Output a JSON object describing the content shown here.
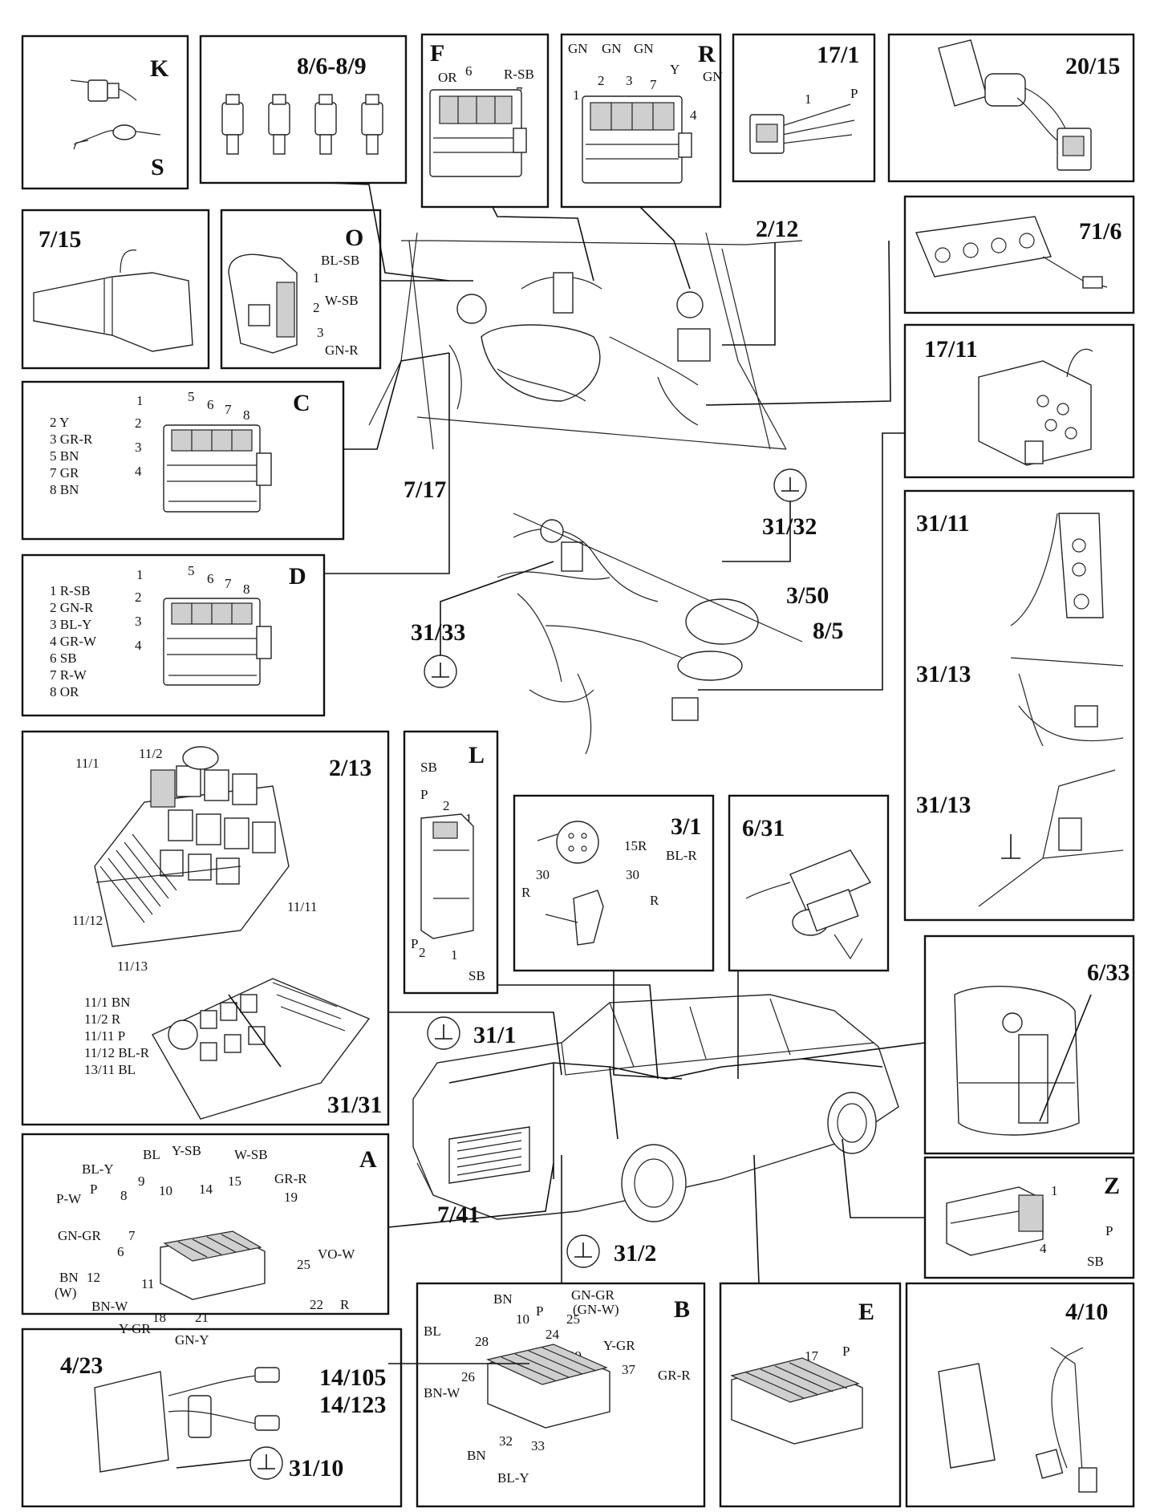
{
  "panels": {
    "k_s": {
      "a": "K",
      "b": "S"
    },
    "injectors": {
      "title": "8/6-8/9"
    },
    "f": {
      "letter": "F",
      "w1": "OR",
      "w2": "6",
      "w3": "R-SB",
      "w4": "7"
    },
    "r": {
      "letter": "R",
      "gn1": "GN",
      "gn2": "GN",
      "gn3": "GN",
      "gn4": "GN",
      "y": "Y",
      "n1": "1",
      "n2": "2",
      "n3": "3",
      "n7": "7",
      "n4": "4"
    },
    "p17_1": {
      "title": "17/1",
      "n": "1",
      "w": "P"
    },
    "p20_15": {
      "title": "20/15"
    },
    "p7_15": {
      "title": "7/15"
    },
    "o": {
      "letter": "O",
      "w1": "BL-SB",
      "n1": "1",
      "w2": "W-SB",
      "n2": "2",
      "w3": "GN-R",
      "n3": "3"
    },
    "p2_12": {
      "title": "2/12"
    },
    "p71_6": {
      "title": "71/6"
    },
    "p17_11": {
      "title": "17/11"
    },
    "c": {
      "letter": "C",
      "pins": [
        "1",
        "5",
        "6",
        "7",
        "8",
        "2",
        "3",
        "4"
      ],
      "wires": [
        "2 Y",
        "3 GR-R",
        "5 BN",
        "7 GR",
        "8 BN"
      ]
    },
    "p7_17": {
      "title": "7/17"
    },
    "d": {
      "letter": "D",
      "pins": [
        "1",
        "5",
        "6",
        "7",
        "8",
        "2",
        "3",
        "4"
      ],
      "wires": [
        "1 R-SB",
        "2 GN-R",
        "3 BL-Y",
        "4 GR-W",
        "6 SB",
        "7 R-W",
        "8 OR"
      ]
    },
    "ground_top": {
      "a": "31/32",
      "b": "3/50",
      "c": "8/5",
      "d": "31/33"
    },
    "p31_11": {
      "t1": "31/11",
      "t2": "31/13",
      "t3": "31/13"
    },
    "fusebox": {
      "l1": "11/1",
      "l2": "11/2",
      "l3": "2/13",
      "l4": "11/12",
      "l5": "11/11",
      "l6": "11/13",
      "l7": "31/31",
      "legend": [
        "11/1 BN",
        "11/2 R",
        "11/11 P",
        "11/12 BL-R",
        "13/11 BL"
      ]
    },
    "l": {
      "letter": "L",
      "sb1": "SB",
      "p1": "P",
      "n2a": "2",
      "n1a": "1",
      "p2": "P",
      "n2b": "2",
      "n1b": "1",
      "sb2": "SB"
    },
    "p3_1": {
      "title": "3/1",
      "a": "15R",
      "b": "BL-R",
      "c": "30",
      "d": "30",
      "e": "R",
      "f": "R"
    },
    "p6_31": {
      "title": "6/31"
    },
    "p6_33": {
      "title": "6/33"
    },
    "car": {
      "g1": "31/1",
      "g2": "31/2",
      "t": "7/41"
    },
    "z": {
      "letter": "Z",
      "n1": "1",
      "w1": "P",
      "n4": "4",
      "w2": "SB"
    },
    "a": {
      "letter": "A",
      "labels": [
        {
          "t": "BL-Y"
        },
        {
          "t": "9"
        },
        {
          "t": "BL"
        },
        {
          "t": "Y-SB"
        },
        {
          "t": "W-SB"
        },
        {
          "t": "GR-R"
        },
        {
          "t": "P-W"
        },
        {
          "t": "P"
        },
        {
          "t": "8"
        },
        {
          "t": "10"
        },
        {
          "t": "14"
        },
        {
          "t": "15"
        },
        {
          "t": "19"
        },
        {
          "t": "GN-GR"
        },
        {
          "t": "7"
        },
        {
          "t": "6"
        },
        {
          "t": "VO-W"
        },
        {
          "t": "25"
        },
        {
          "t": "BN"
        },
        {
          "t": "(W)"
        },
        {
          "t": "12"
        },
        {
          "t": "11"
        },
        {
          "t": "BN-W"
        },
        {
          "t": "18"
        },
        {
          "t": "21"
        },
        {
          "t": "22"
        },
        {
          "t": "R"
        },
        {
          "t": "Y-GR"
        },
        {
          "t": "GN-Y"
        }
      ]
    },
    "b": {
      "letter": "B",
      "labels": [
        {
          "t": "BN"
        },
        {
          "t": "P"
        },
        {
          "t": "GN-GR"
        },
        {
          "t": "(GN-W)"
        },
        {
          "t": "10"
        },
        {
          "t": "25"
        },
        {
          "t": "24"
        },
        {
          "t": "BL"
        },
        {
          "t": "28"
        },
        {
          "t": "29"
        },
        {
          "t": "Y-GR"
        },
        {
          "t": "37"
        },
        {
          "t": "GR-R"
        },
        {
          "t": "26"
        },
        {
          "t": "BN-W"
        },
        {
          "t": "32"
        },
        {
          "t": "33"
        },
        {
          "t": "BN"
        },
        {
          "t": "BL-Y"
        }
      ]
    },
    "e": {
      "letter": "E",
      "n": "17",
      "w": "P"
    },
    "p4_10": {
      "title": "4/10"
    },
    "p4_23": {
      "a": "4/23",
      "b": "14/105",
      "c": "14/123",
      "d": "31/10"
    }
  }
}
